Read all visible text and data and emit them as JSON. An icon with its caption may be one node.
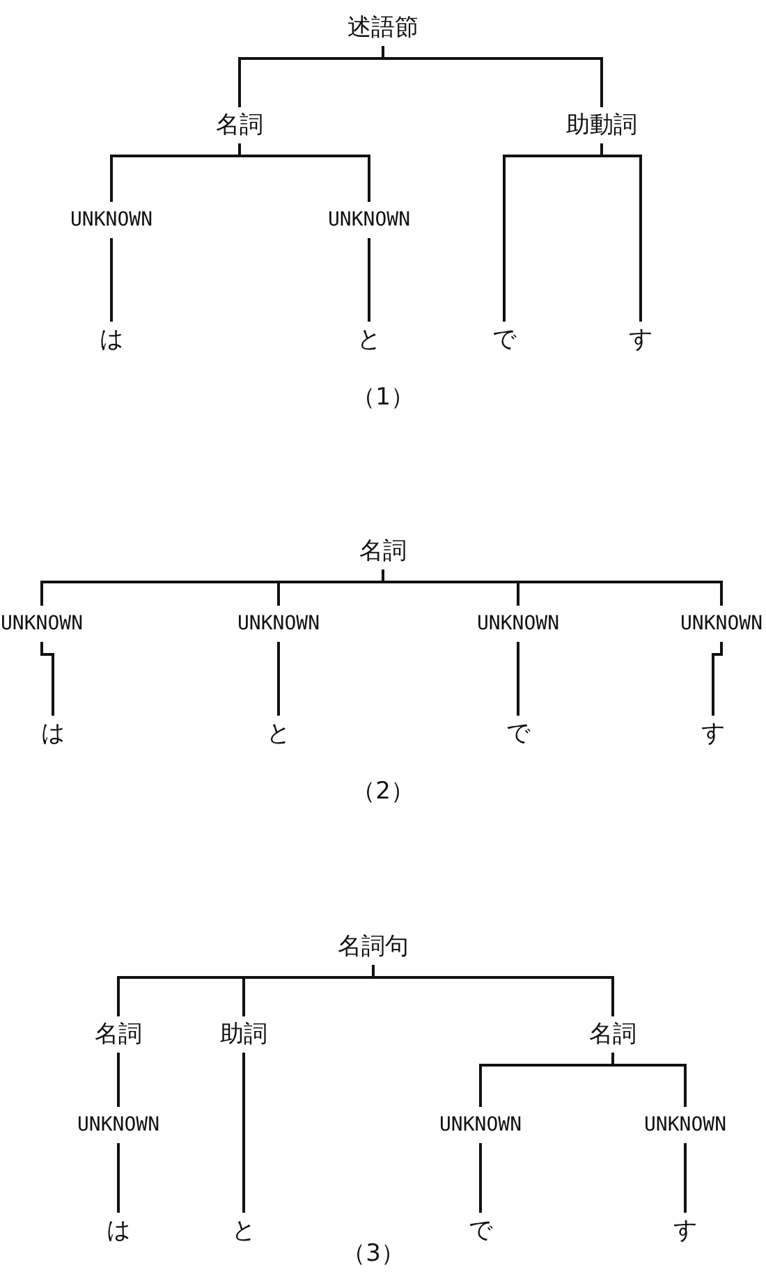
{
  "diagram": {
    "nodes": [
      {
        "text": [
          "述語節"
        ]
      },
      {
        "text": [
          "名詞"
        ]
      },
      {
        "text": [
          "助動詞"
        ]
      },
      {
        "text": [
          "UNKNOWN"
        ]
      },
      {
        "text": [
          "UNKNOWN"
        ]
      },
      {
        "text": [
          "は"
        ]
      },
      {
        "text": [
          "と"
        ]
      },
      {
        "text": [
          "で"
        ]
      },
      {
        "text": [
          "す"
        ]
      },
      {
        "text": [
          "名詞"
        ]
      },
      {
        "text": [
          "UNKNOWN"
        ]
      },
      {
        "text": [
          "UNKNOWN"
        ]
      },
      {
        "text": [
          "UNKNOWN"
        ]
      },
      {
        "text": [
          "UNKNOWN"
        ]
      },
      {
        "text": [
          "は"
        ]
      },
      {
        "text": [
          "と"
        ]
      },
      {
        "text": [
          "で"
        ]
      },
      {
        "text": [
          "す"
        ]
      },
      {
        "text": [
          "名詞句"
        ]
      },
      {
        "text": [
          "名詞"
        ]
      },
      {
        "text": [
          "助詞"
        ]
      },
      {
        "text": [
          "名詞"
        ]
      },
      {
        "text": [
          "UNKNOWN"
        ]
      },
      {
        "text": [
          "UNKNOWN"
        ]
      },
      {
        "text": [
          "UNKNOWN"
        ]
      },
      {
        "text": [
          "は"
        ]
      },
      {
        "text": [
          "と"
        ]
      },
      {
        "text": [
          "で"
        ]
      },
      {
        "text": [
          "す"
        ]
      }
    ],
    "edges": [
      {
        "from": 0,
        "to": 1,
        "arrow": "none"
      },
      {
        "from": 0,
        "to": 2,
        "arrow": "none"
      },
      {
        "from": 1,
        "to": 3,
        "arrow": "none"
      },
      {
        "from": 1,
        "to": 4,
        "arrow": "none"
      },
      {
        "from": 3,
        "to": 5,
        "arrow": "none"
      },
      {
        "from": 4,
        "to": 6,
        "arrow": "none"
      },
      {
        "from": 2,
        "to": 7,
        "arrow": "none"
      },
      {
        "from": 2,
        "to": 8,
        "arrow": "none"
      },
      {
        "from": 9,
        "to": 10,
        "arrow": "none"
      },
      {
        "from": 9,
        "to": 11,
        "arrow": "none"
      },
      {
        "from": 9,
        "to": 12,
        "arrow": "none"
      },
      {
        "from": 9,
        "to": 13,
        "arrow": "none"
      },
      {
        "from": 10,
        "to": 14,
        "arrow": "none"
      },
      {
        "from": 11,
        "to": 15,
        "arrow": "none"
      },
      {
        "from": 12,
        "to": 16,
        "arrow": "none"
      },
      {
        "from": 13,
        "to": 17,
        "arrow": "none"
      },
      {
        "from": 18,
        "to": 19,
        "arrow": "none"
      },
      {
        "from": 18,
        "to": 20,
        "arrow": "none"
      },
      {
        "from": 18,
        "to": 21,
        "arrow": "none"
      },
      {
        "from": 19,
        "to": 22,
        "arrow": "none"
      },
      {
        "from": 21,
        "to": 23,
        "arrow": "none"
      },
      {
        "from": 21,
        "to": 24,
        "arrow": "none"
      },
      {
        "from": 22,
        "to": 25,
        "arrow": "none"
      },
      {
        "from": 20,
        "to": 26,
        "arrow": "none"
      },
      {
        "from": 23,
        "to": 27,
        "arrow": "none"
      },
      {
        "from": 24,
        "to": 28,
        "arrow": "none"
      }
    ],
    "labels": [
      "（1）",
      "（2）",
      "（3）"
    ]
  }
}
